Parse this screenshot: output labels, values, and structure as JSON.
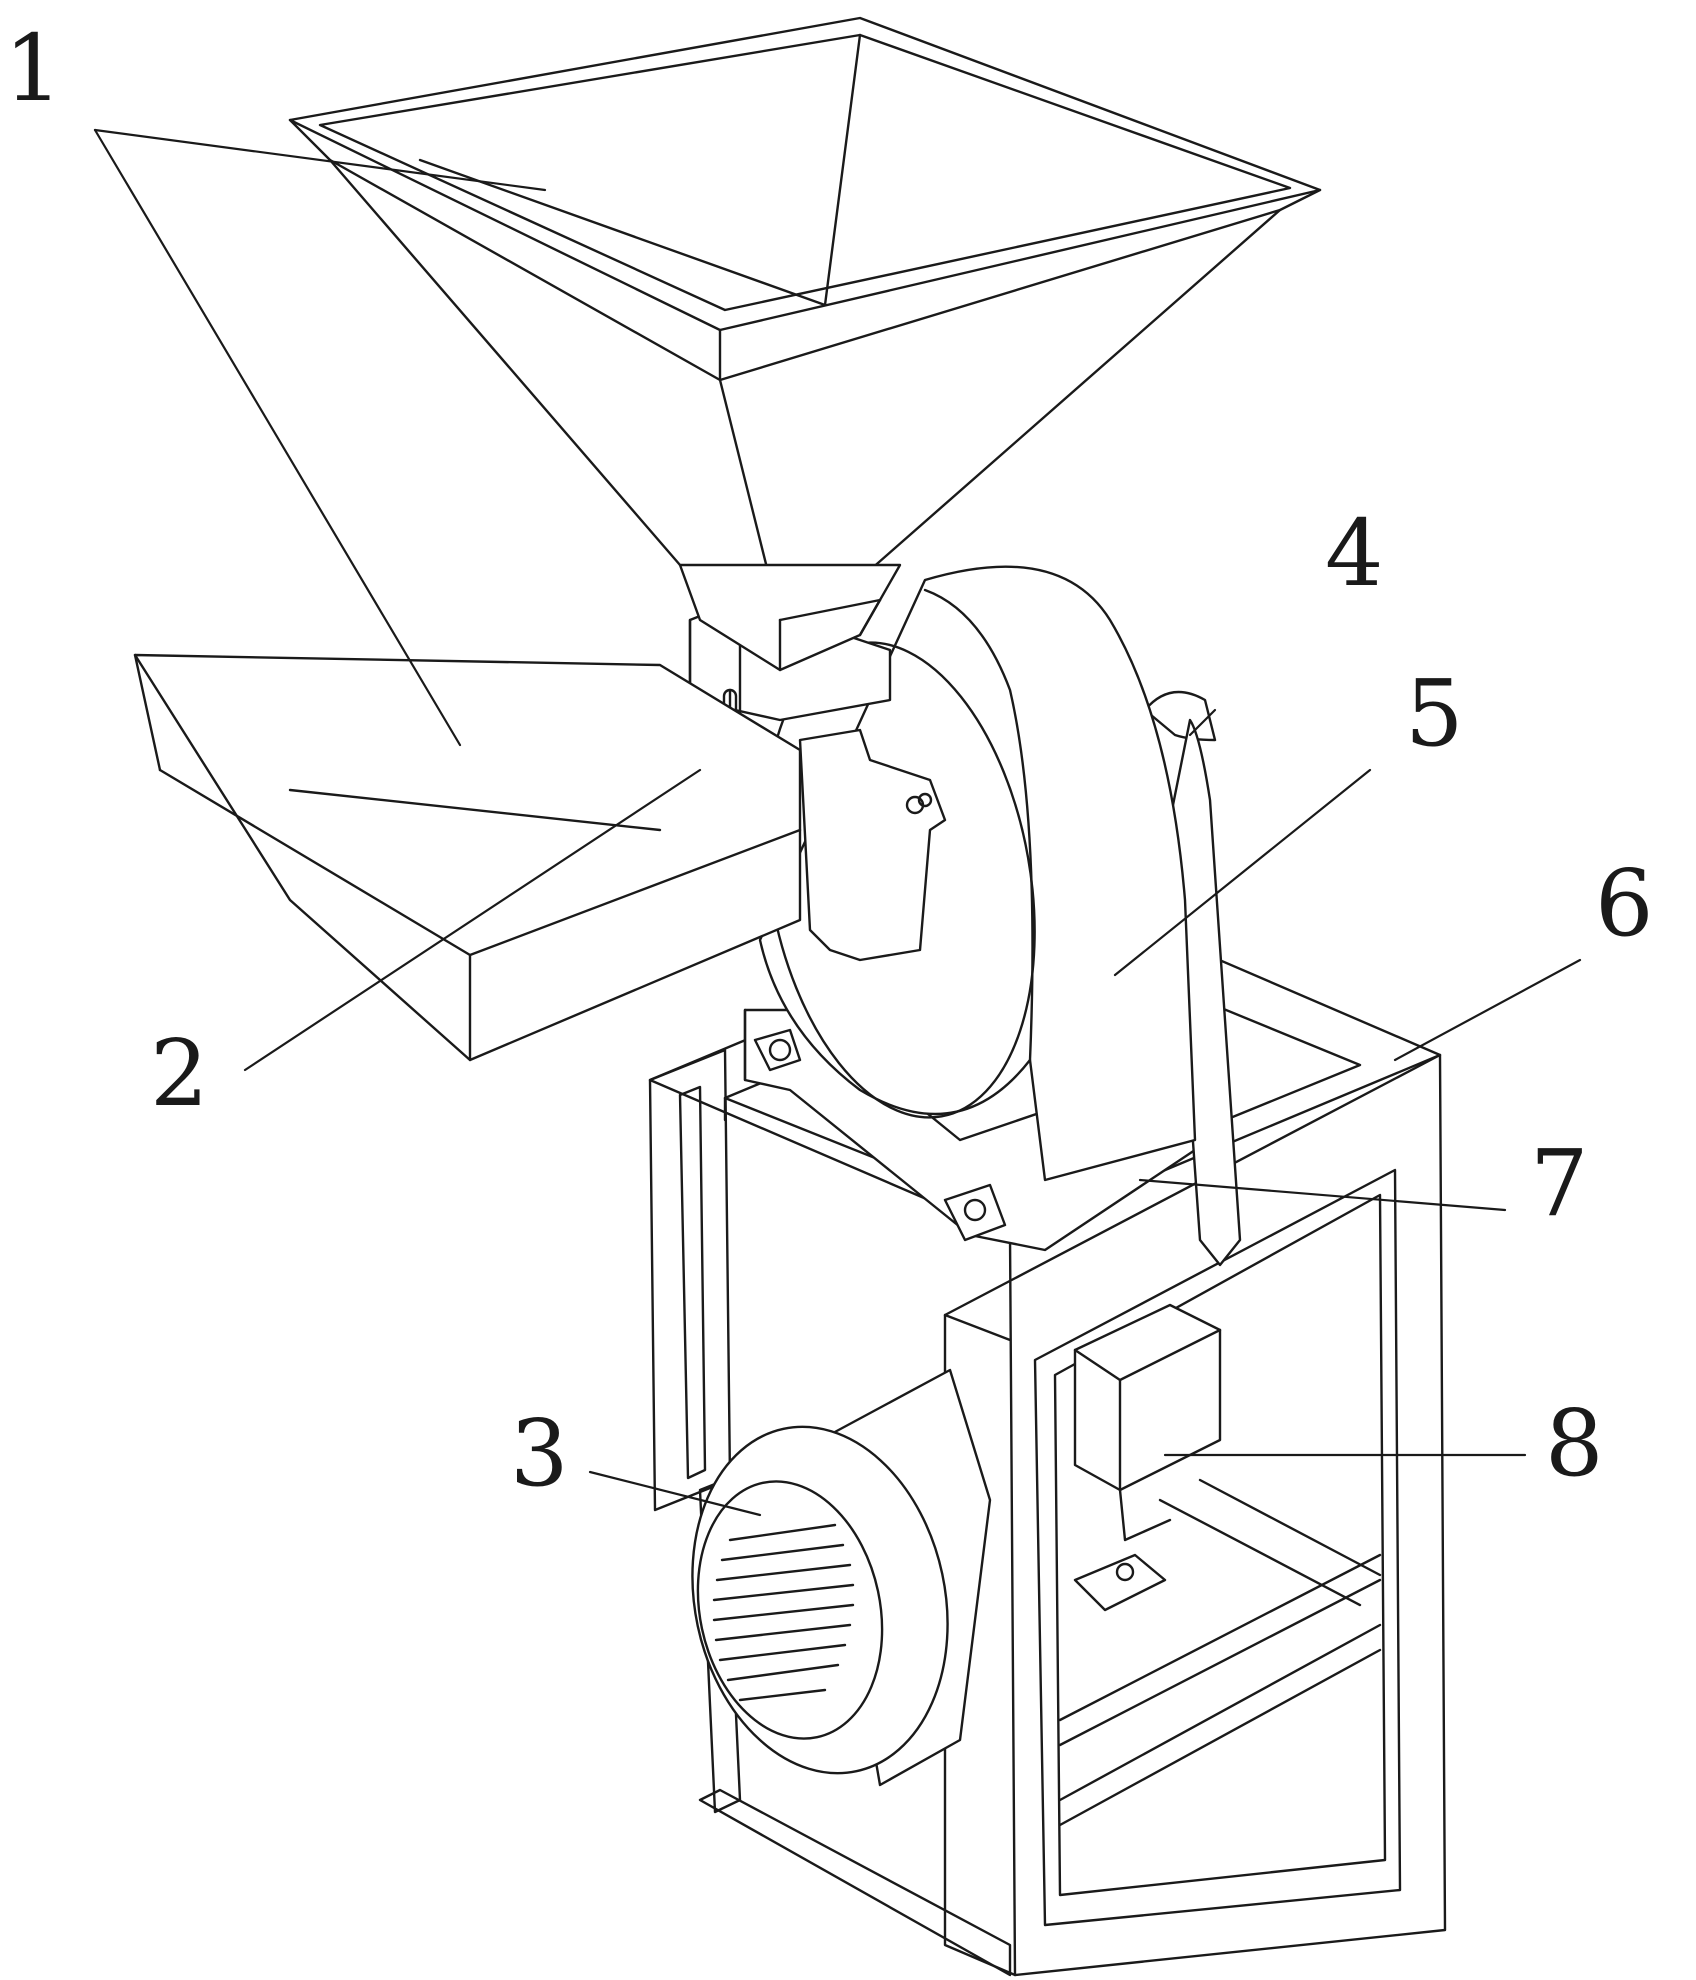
{
  "figure": {
    "labels": [
      {
        "id": "1",
        "text": "1"
      },
      {
        "id": "2",
        "text": "2"
      },
      {
        "id": "3",
        "text": "3"
      },
      {
        "id": "4",
        "text": "4"
      },
      {
        "id": "5",
        "text": "5"
      },
      {
        "id": "6",
        "text": "6"
      },
      {
        "id": "7",
        "text": "7"
      },
      {
        "id": "8",
        "text": "8"
      }
    ],
    "line_color": "#1a1a1a",
    "background": "#ffffff"
  }
}
